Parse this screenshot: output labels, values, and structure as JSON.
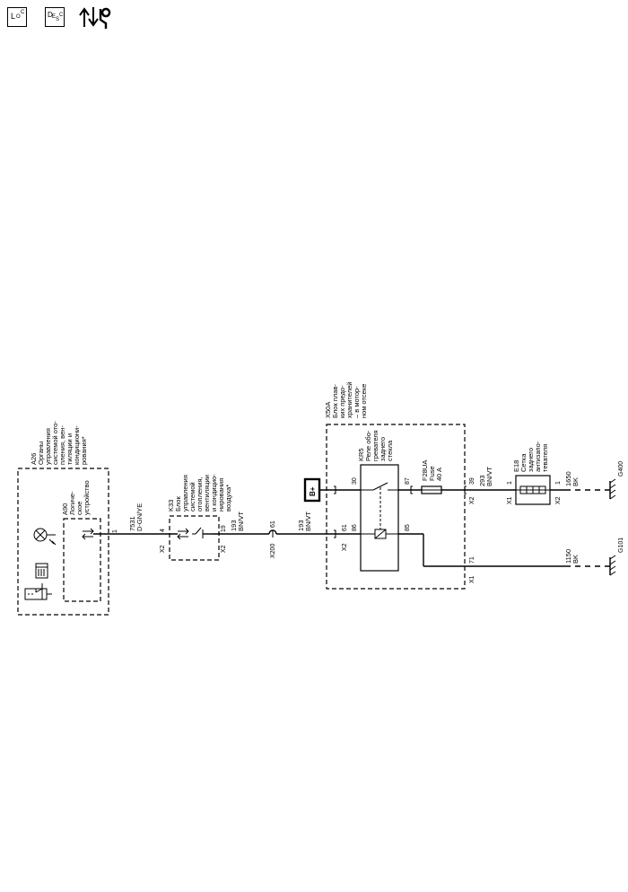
{
  "toolbar": {
    "loc_icon": {
      "big": "L",
      "small1": "O",
      "small2": "C"
    },
    "desc_icon": {
      "big": "D",
      "small1": "E",
      "small2": "S",
      "small3": "C"
    },
    "arrows_icon": "service-arrows-icon"
  },
  "components": {
    "a26": {
      "id": "A26",
      "lines": [
        "Органы",
        "управления",
        "системой ото-",
        "пления, вен-",
        "тиляции и",
        "кондициони-",
        "рования*"
      ]
    },
    "a90": {
      "id": "A90",
      "lines": [
        "Логиче-",
        "ское",
        "устройство"
      ]
    },
    "k33": {
      "id": "K33",
      "lines": [
        "Блок",
        "управления",
        "системой",
        "отопления,",
        "вентиляции",
        "и кондицио-",
        "нирования",
        "воздуха*"
      ]
    },
    "x50a": {
      "id": "X50A",
      "lines": [
        "Блок плав-",
        "ких предо-",
        "хранителей",
        "– в мотор-",
        "ном отсеке"
      ]
    },
    "kr5": {
      "id": "KR5",
      "lines": [
        "Реле обо-",
        "гревателя",
        "заднего",
        "стекла"
      ]
    },
    "f28ua": {
      "id": "F28UA",
      "lines": [
        "Fuse",
        "40 A"
      ]
    },
    "e18": {
      "id": "E18",
      "lines": [
        "Сетка",
        "заднего",
        "антизапо-",
        "тевателя"
      ]
    },
    "battery": {
      "label": "B+"
    }
  },
  "wires": {
    "w7531": {
      "num": "7531",
      "color": "D-GN/YE"
    },
    "w193a": {
      "num": "193",
      "color": "BN/VT"
    },
    "w193b": {
      "num": "193",
      "color": "BN/VT"
    },
    "w293": {
      "num": "293",
      "color": "BN/VT"
    },
    "w1650": {
      "num": "1650",
      "color": "BK"
    },
    "w1150": {
      "num": "1150",
      "color": "BK"
    }
  },
  "pins": {
    "a26_1": "1",
    "k33_4": "4",
    "k33_x2_left": "X2",
    "k33_19": "19",
    "k33_x2_right": "X2",
    "x200_61": "61",
    "x200_label": "X200",
    "x50a_61": "61",
    "x50a_x2_left": "X2",
    "kr5_30": "30",
    "kr5_86": "86",
    "kr5_87": "87",
    "kr5_85": "85",
    "x50a_39": "39",
    "x50a_x2_right": "X2",
    "x50a_71": "71",
    "x50a_x1": "X1",
    "e18_x1": "X1",
    "e18_1": "1",
    "e18_x2": "X2",
    "e18_2": "1"
  },
  "grounds": {
    "g400": "G400",
    "g101": "G101"
  }
}
